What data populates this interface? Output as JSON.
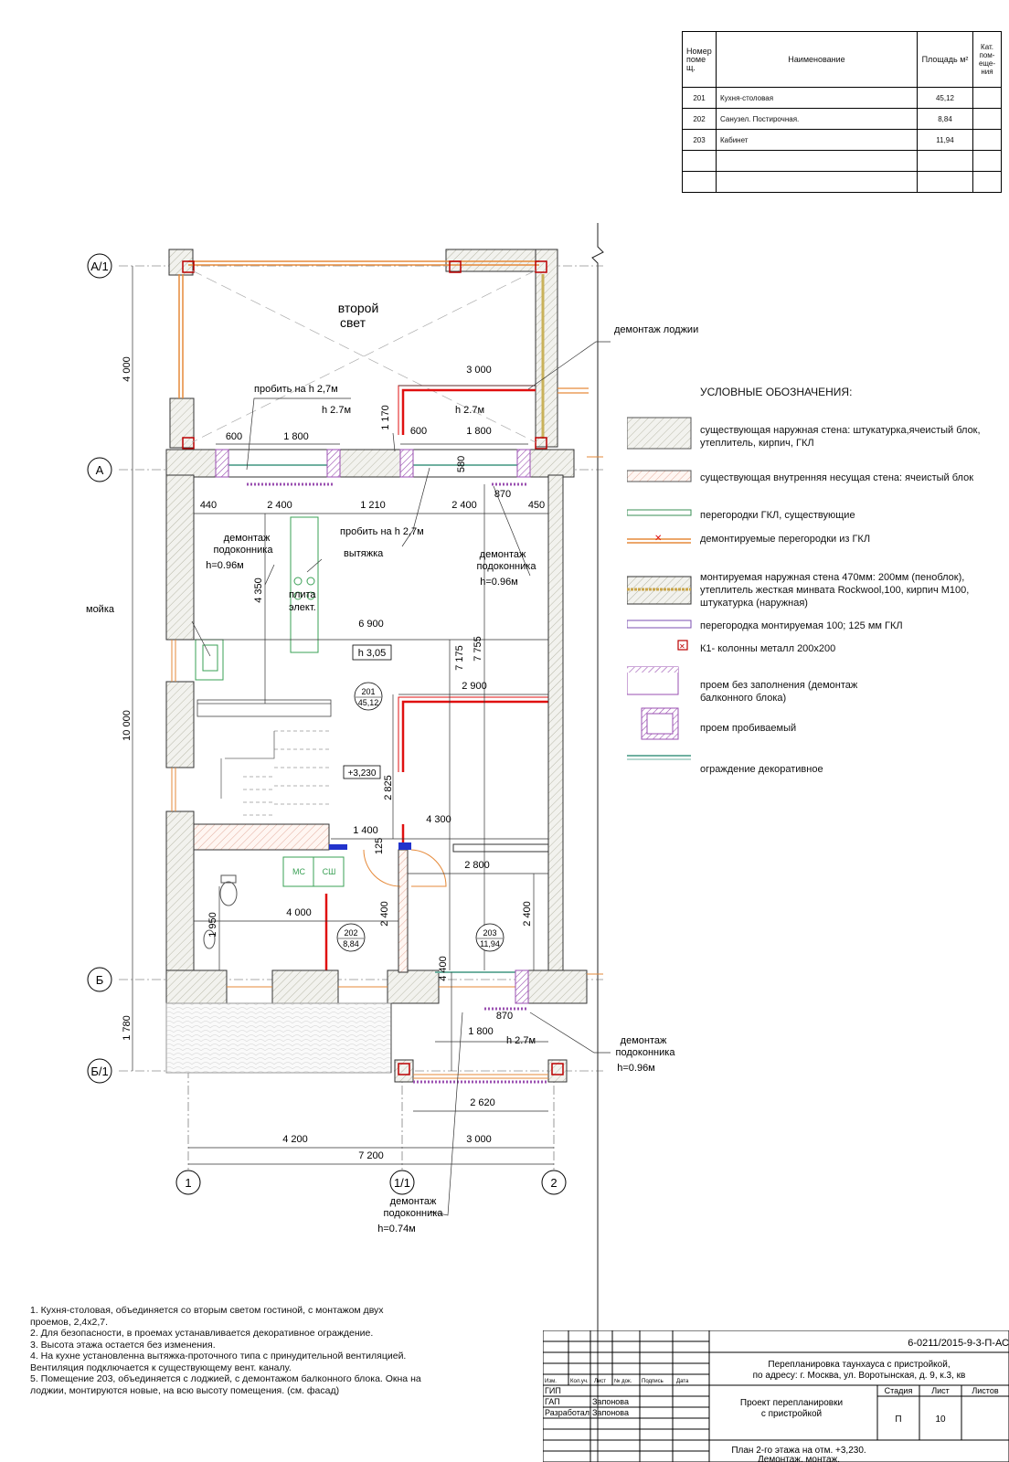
{
  "room_table": {
    "headers": {
      "num": "Номер поме щ.",
      "name": "Наименование",
      "area": "Площадь м²",
      "cat": "Кат. пом-еще-ния"
    },
    "rows": [
      {
        "num": "201",
        "name": "Кухня-столовая",
        "area": "45,12"
      },
      {
        "num": "202",
        "name": "Санузел. Постирочная.",
        "area": "8,84"
      },
      {
        "num": "203",
        "name": "Кабинет",
        "area": "11,94"
      }
    ]
  },
  "legend": {
    "title": "УСЛОВНЫЕ ОБОЗНАЧЕНИЯ:",
    "items": [
      "существующая наружная стена: штукатурка,ячеистый блок, утеплитель, кирпич, ГКЛ",
      "существующая внутренняя несущая стена: ячеистый блок",
      "перегородки ГКЛ, существующие",
      "демонтируемые перегородки из ГКЛ",
      "монтируемая наружная стена 470мм: 200мм (пеноблок), утеплитель жесткая минвата Rockwool,100, кирпич М100, штукатурка (наружная)",
      "перегородка монтируемая 100; 125 мм ГКЛ",
      "К1- колонны металл 200х200",
      "проем без заполнения (демонтаж балконного блока)",
      "проем пробиваемый",
      "ограждение декоративное"
    ]
  },
  "axes": {
    "A1": "А/1",
    "A": "А",
    "B": "Б",
    "B1": "Б/1",
    "n1": "1",
    "n11": "1/1",
    "n2": "2"
  },
  "labels": {
    "second_light_1": "второй",
    "second_light_2": "свет",
    "demolish_loggia": "демонтаж лоджии",
    "punch_27": "пробить на h 2,7м",
    "punch_27b": "пробить на h 2,7м",
    "h27_a": "h 2.7м",
    "h27_b": "h 2.7м",
    "h27_c": "h 2.7м",
    "sill_1a": "демонтаж",
    "sill_1b": "подоконника",
    "sill_1c": "h=0.96м",
    "sill_2a": "демонтаж",
    "sill_2b": "подоконника",
    "sill_2c": "h=0.96м",
    "sill_3a": "демонтаж",
    "sill_3b": "подоконника",
    "sill_3c": "h=0.96м",
    "sill_4a": "демонтаж",
    "sill_4b": "подоконника",
    "sill_4c": "h=0.74м",
    "hood": "вытяжка",
    "stove_1": "плита",
    "stove_2": "элект.",
    "sink": "мойка",
    "height": "h 3,05",
    "level": "+3,230",
    "r201": "201",
    "r201a": "45,12",
    "r202": "202",
    "r202a": "8,84",
    "r203": "203",
    "r203a": "11,94",
    "mc": "МС",
    "sh": "СШ"
  },
  "dims": {
    "d3000a": "3 000",
    "d600a": "600",
    "d1800a": "1 800",
    "d1170": "1 170",
    "d600b": "600",
    "d1800b": "1 800",
    "d580": "580",
    "d870a": "870",
    "d440": "440",
    "d2400a": "2 400",
    "d1210": "1 210",
    "d2400b": "2 400",
    "d450": "450",
    "d4000v": "4 000",
    "d4350": "4 350",
    "d6900": "6 900",
    "d7175": "7 175",
    "d7755": "7 755",
    "d10000": "10 000",
    "d2900": "2 900",
    "d2825": "2 825",
    "d1400": "1 400",
    "d4300": "4 300",
    "d125": "125",
    "d2800": "2 800",
    "d4000h": "4 000",
    "d2400c": "2 400",
    "d2400d": "2 400",
    "d1950": "1 950",
    "d4400": "4 400",
    "d870b": "870",
    "d1800c": "1 800",
    "d1780": "1 780",
    "d2620": "2 620",
    "d4200": "4 200",
    "d3000b": "3 000",
    "d7200": "7 200"
  },
  "notes": [
    "1. Кухня-столовая, объединяется со вторым светом гостиной, с монтажом двух проемов, 2,4х2,7.",
    "2. Для безопасности, в проемах устанавливается декоративное ограждение.",
    "3. Высота этажа остается без изменения.",
    "4. На кухне установленна вытяжка-проточного типа с принудительной вентиляцией. Вентиляция подключается к существующему вент. каналу.",
    "5. Помещение 203, объединяется с лоджией, с демонтажом балконного блока. Окна на лоджии, монтируются новые, на всю высоту помещения. (см. фасад)"
  ],
  "stamp": {
    "code": "6-0211/2015-9-3-П-АС",
    "desc_1": "Перепланировка таунхауса с пристройкой,",
    "desc_2": "по адресу: г. Москва, ул. Воротынская, д. 9, к.3, кв",
    "cols": [
      "Изм.",
      "Кол.уч.",
      "Лист",
      "№ док.",
      "Подпись",
      "Дата"
    ],
    "role_gip": "ГИП",
    "role_gap": "ГАП",
    "gap_name": "Запонова",
    "role_dev": "Разработал",
    "dev_name": "Запонова",
    "project_1": "Проект перепланировки",
    "project_2": "с пристройкой",
    "stage_h": "Стадия",
    "sheet_h": "Лист",
    "sheets_h": "Листов",
    "stage": "П",
    "sheet": "10",
    "plan_1": "План 2-го этажа на отм. +3,230.",
    "plan_2": "Демонтаж, монтаж."
  }
}
